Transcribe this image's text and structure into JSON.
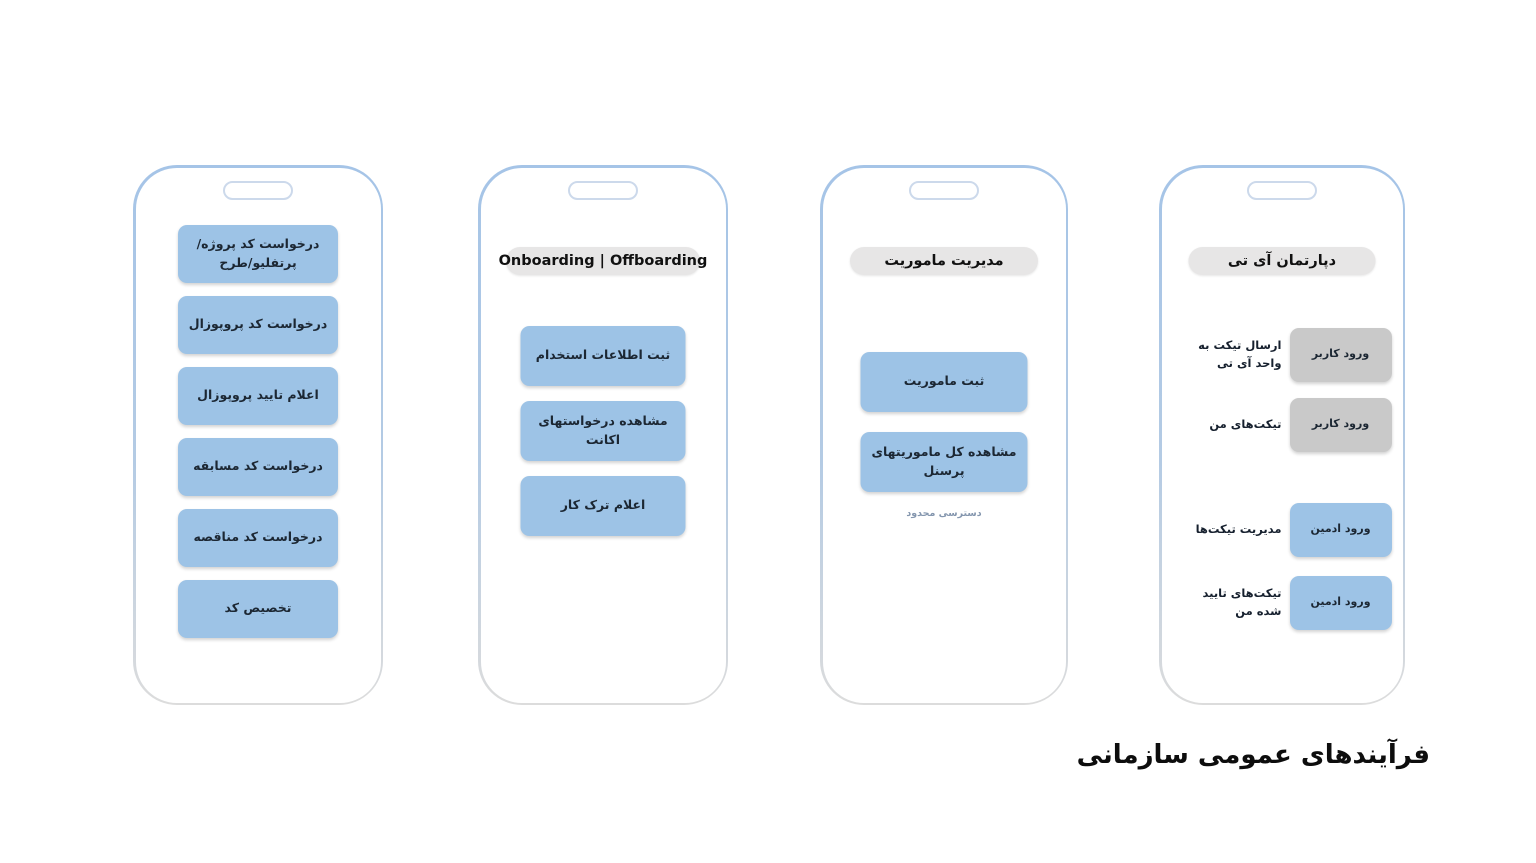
{
  "page_title": "فرآیندهای عمومی سازمانی",
  "colors": {
    "primary_button_blue": "#9DC3E6",
    "secondary_button_gray": "#C9C9C9",
    "header_pill_gray": "#E7E6E6",
    "frame_border_top": "#A5C4E7",
    "frame_border_bottom": "#DCDCDC",
    "note_text": "#8496AE"
  },
  "phones": [
    {
      "name": "code-requests",
      "buttons": [
        {
          "label": "درخواست کد پروژه/پرتفلیو/طرح"
        },
        {
          "label": "درخواست کد پروپوزال"
        },
        {
          "label": "اعلام تایید پروپوزال"
        },
        {
          "label": "درخواست کد مسابقه"
        },
        {
          "label": "درخواست کد مناقصه"
        },
        {
          "label": "تخصیص کد"
        }
      ]
    },
    {
      "name": "onboarding-offboarding",
      "header": "Onboarding | Offboarding",
      "buttons": [
        {
          "label": "ثبت اطلاعات استخدام"
        },
        {
          "label": "مشاهده درخواستهای اکانت"
        },
        {
          "label": "اعلام ترک کار"
        }
      ]
    },
    {
      "name": "mission-management",
      "header": "مدیریت ماموریت",
      "buttons": [
        {
          "label": "ثبت ماموریت"
        },
        {
          "label": "مشاهده کل ماموریتهای پرسنل"
        }
      ],
      "note": "دسترسی محدود"
    },
    {
      "name": "it-department",
      "header": "دپارتمان آی تی",
      "rows": [
        {
          "label": "ارسال تیکت به واحد آی تی",
          "button": "ورود کاربر"
        },
        {
          "label": "تیکت‌های من",
          "button": "ورود کاربر"
        },
        {
          "label": "مدیریت تیکت‌ها",
          "button": "ورود ادمین"
        },
        {
          "label": "تیکت‌های تایید شده من",
          "button": "ورود ادمین"
        }
      ]
    }
  ]
}
